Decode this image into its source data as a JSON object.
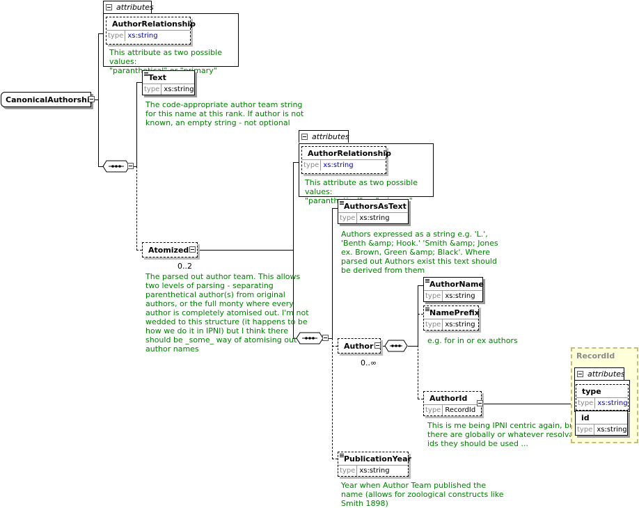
{
  "root": {
    "name": "CanonicalAuthorship"
  },
  "attrs_top": {
    "tab": "attributes",
    "attr_name": "AuthorRelationship",
    "type_label": "type",
    "type_value": "xs:string",
    "doc": [
      "This attribute as two possible values:",
      "\"paranthetical\" or \"primary\""
    ]
  },
  "text_el": {
    "name": "Text",
    "type_label": "type",
    "type_value": "xs:string",
    "doc": [
      "The code-appropriate author team string",
      "for this name at this rank. If author is not",
      "known, an empty string - not optional"
    ]
  },
  "atomized": {
    "name": "Atomized",
    "card": "0..2",
    "doc": [
      "The parsed out author team. This allows",
      "two levels of parsing - separating",
      "parenthetical author(s) from original",
      "authors, or the full monty where every",
      "author is completely atomised out. I'm not",
      "wedded to this structure (it happens to be",
      "how we do it in IPNI) but I think there",
      "should be _some_ way of atomising out",
      "author names"
    ]
  },
  "attrs_mid": {
    "tab": "attributes",
    "attr_name": "AuthorRelationship",
    "type_label": "type",
    "type_value": "xs:string",
    "doc": [
      "This attribute as two possible values:",
      "\"paranthetical\" or \"primary\""
    ]
  },
  "authors_as_text": {
    "name": "AuthorsAsText",
    "type_label": "type",
    "type_value": "xs:string",
    "doc": [
      "Authors expressed as a string  e.g. 'L.',",
      "'Benth &amp; Hook.' 'Smith &amp; Jones",
      "ex. Brown, Green &amp; Black'. Where",
      "parsed out Authors exist this text should",
      "be derived from them"
    ]
  },
  "author": {
    "name": "Author",
    "card": "0..∞"
  },
  "author_name": {
    "name": "AuthorName",
    "type_label": "type",
    "type_value": "xs:string"
  },
  "name_prefix": {
    "name": "NamePrefix",
    "type_label": "type",
    "type_value": "xs:string",
    "doc": [
      "e.g. for in or ex authors"
    ]
  },
  "author_id": {
    "name": "AuthorId",
    "type_label": "type",
    "type_value": "RecordId",
    "doc": [
      "This is me being IPNI centric again, but if",
      "there are globally or whatever resolvable",
      "ids they should be used ..."
    ]
  },
  "record_id": {
    "title": "RecordId",
    "tab": "attributes",
    "type_attr": {
      "name": "type",
      "type_label": "type",
      "type_value": "xs:string"
    },
    "id_el": {
      "name": "id",
      "type_label": "type",
      "type_value": "xs:string"
    }
  },
  "publication_year": {
    "name": "PublicationYear",
    "type_label": "type",
    "type_value": "xs:string",
    "doc": [
      "Year when Author Team published the",
      "name (allows for zoological constructs like",
      "Smith 1898)"
    ]
  }
}
